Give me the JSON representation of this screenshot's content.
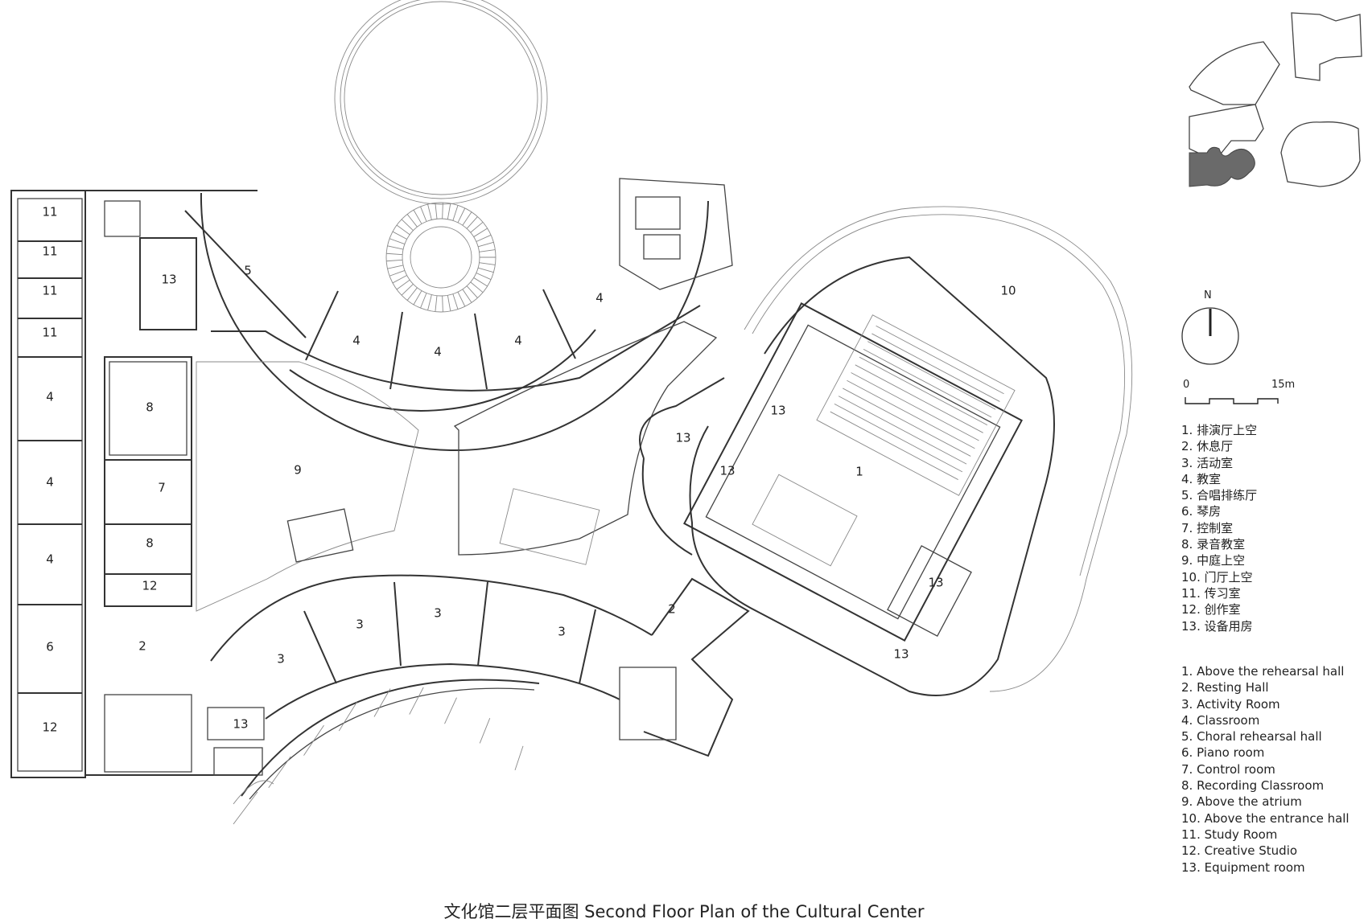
{
  "caption": "文化馆二层平面图 Second Floor Plan of the Cultural Center",
  "north": "N",
  "scale": {
    "start": "0",
    "end": "15m"
  },
  "legend_cn": [
    "1. 排演厅上空",
    "2. 休息厅",
    "3. 活动室",
    "4. 教室",
    "5. 合唱排练厅",
    "6. 琴房",
    "7. 控制室",
    "8. 录音教室",
    "9. 中庭上空",
    "10. 门厅上空",
    "11. 传习室",
    "12. 创作室",
    "13. 设备用房"
  ],
  "legend_en": [
    "1. Above the rehearsal hall",
    "2. Resting Hall",
    "3. Activity Room",
    "4. Classroom",
    "5. Choral rehearsal hall",
    "6. Piano room",
    "7. Control room",
    "8. Recording Classroom",
    "9. Above the atrium",
    "10. Above the entrance hall",
    "11. Study Room",
    "12. Creative Studio",
    "13. Equipment room"
  ],
  "room_labels": {
    "r11a": "11",
    "r11b": "11",
    "r11c": "11",
    "r11d": "11",
    "r4a": "4",
    "r4b": "4",
    "r4c": "4",
    "r4d": "4",
    "r4e": "4",
    "r4f": "4",
    "r4g": "4",
    "r13a": "13",
    "r13b": "13",
    "r13c": "13",
    "r13d": "13",
    "r13e": "13",
    "r13f": "13",
    "r5": "5",
    "r8a": "8",
    "r8b": "8",
    "r7": "7",
    "r9": "9",
    "r12a": "12",
    "r12b": "12",
    "r6": "6",
    "r2a": "2",
    "r2b": "2",
    "r3a": "3",
    "r3b": "3",
    "r3c": "3",
    "r3d": "3",
    "r1": "1",
    "r10": "10"
  },
  "colors": {
    "wall": "#333333",
    "thin": "#8a8a8a",
    "key_fill": "#6a6a6a"
  }
}
